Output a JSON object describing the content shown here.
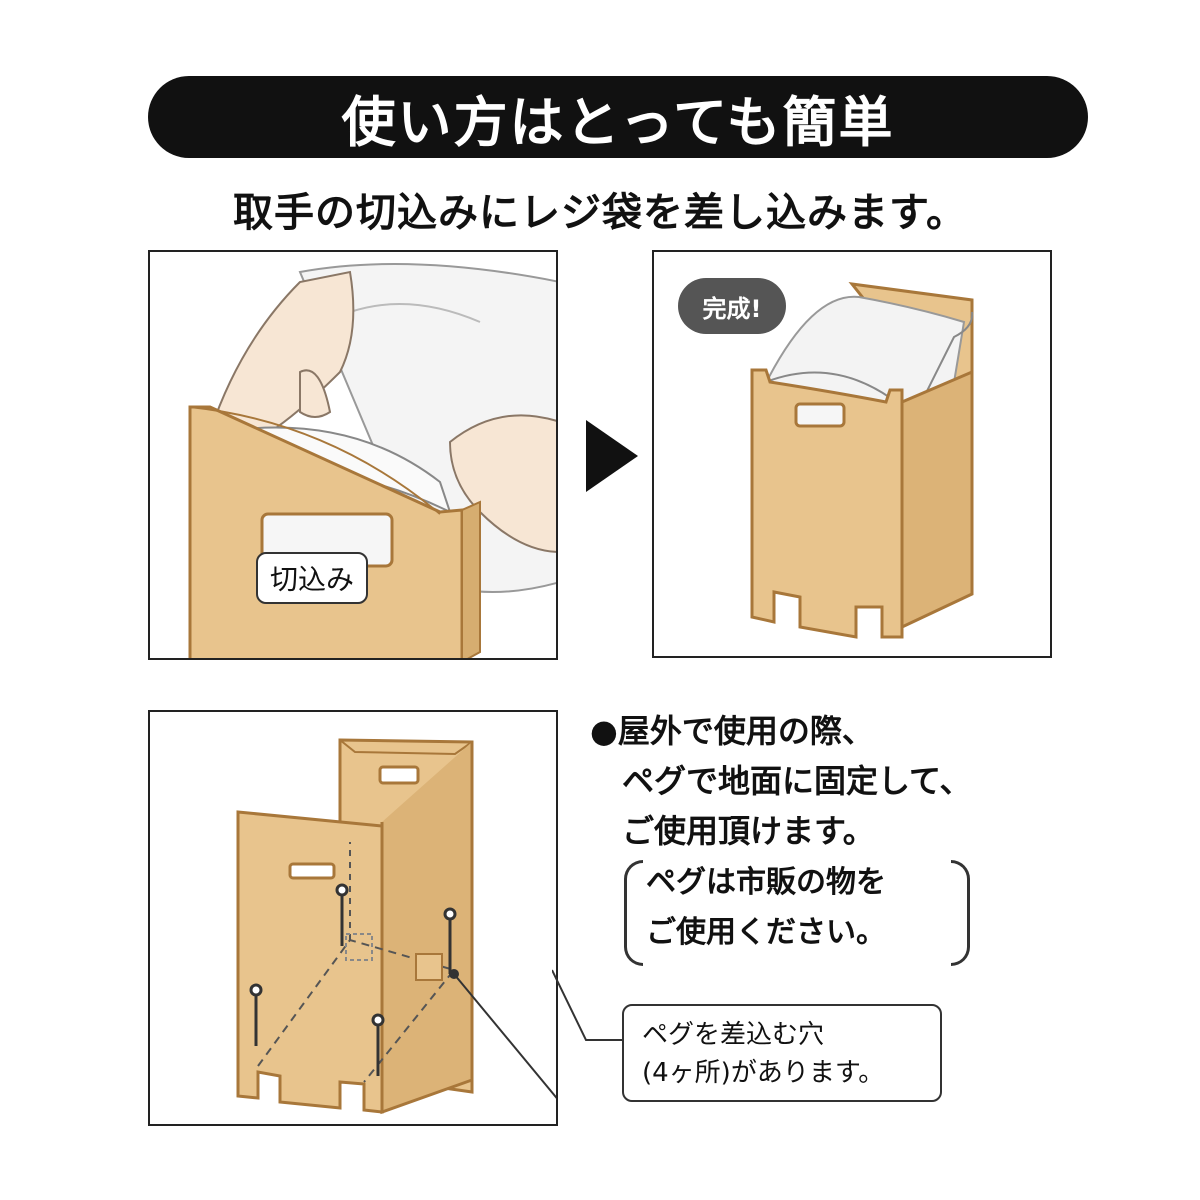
{
  "banner": {
    "title": "使い方はとっても簡単"
  },
  "subtitle": "取手の切込みにレジ袋を差し込みます。",
  "panel1": {
    "label": "切込み"
  },
  "panel2": {
    "badge": "完成!"
  },
  "info": {
    "lines": [
      "●屋外で使用の際、",
      "ペグで地面に固定して、",
      "ご使用頂けます。"
    ],
    "note_lines": [
      "ペグは市販の物を",
      "ご使用ください。"
    ]
  },
  "callout": {
    "lines": [
      "ペグを差込む穴",
      "(4ヶ所)があります。"
    ]
  },
  "colors": {
    "cardboard": "#e8c48d",
    "cardboard_edge": "#a8773a",
    "banner": "#111111",
    "badge": "#555555"
  }
}
